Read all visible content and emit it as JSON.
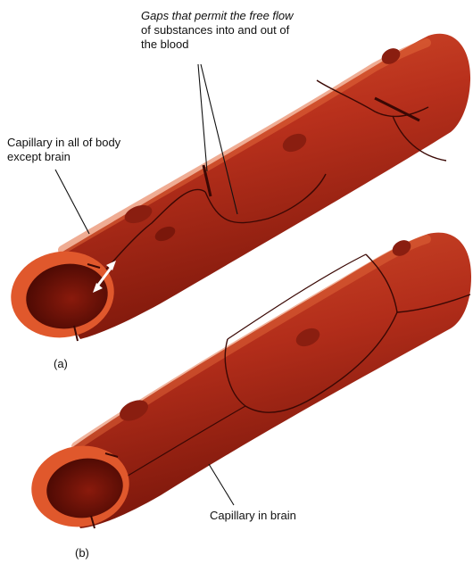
{
  "labels": {
    "gaps_line1_italic": "Gaps that permit the free flow",
    "gaps_line2": "of substances into and out of",
    "gaps_line3": "the blood",
    "capillary_body_line1": "Capillary in all of body",
    "capillary_body_line2": "except brain",
    "capillary_brain": "Capillary in brain",
    "figure_a": "(a)",
    "figure_b": "(b)"
  },
  "colors": {
    "vessel_wall": "#b8301c",
    "vessel_highlight": "#d9542e",
    "vessel_shadow": "#6e1208",
    "vessel_rim": "#e0582c",
    "lumen": "#5a0c05",
    "nucleus": "#8a1e10",
    "cell_border": "#3a0804",
    "leader_line": "#111111",
    "arrow": "#ffffff"
  }
}
